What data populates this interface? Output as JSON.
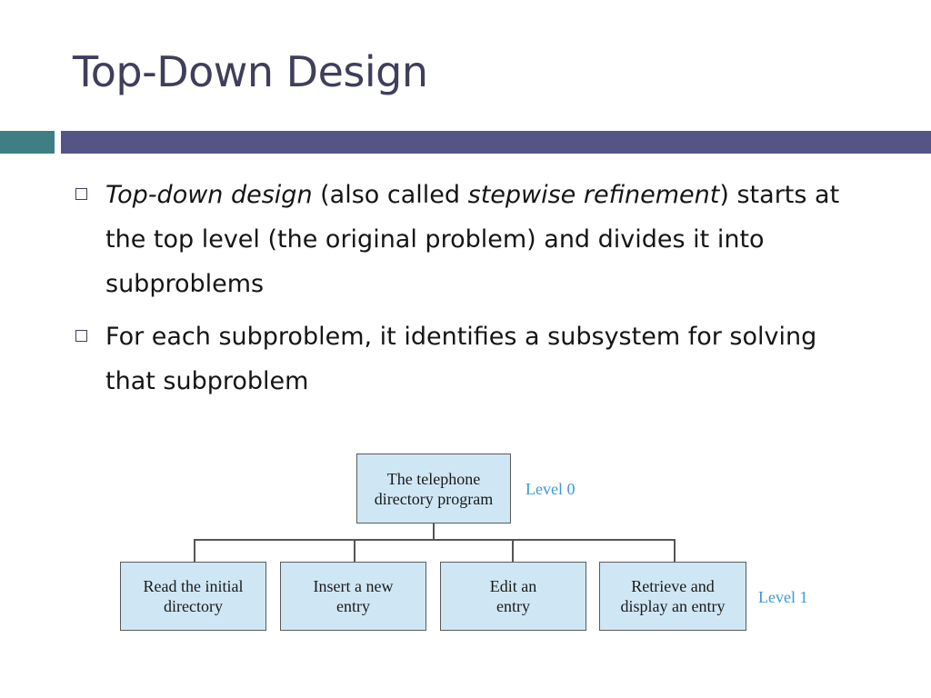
{
  "slide": {
    "title": "Top-Down Design",
    "colors": {
      "title": "#3f3f5c",
      "band_teal": "#3f7f83",
      "band_main": "#555487",
      "node_fill": "#cfe7f5",
      "level_label": "#3a9ad6"
    },
    "bullets": [
      {
        "parts": [
          {
            "text": "Top-down design",
            "style": "italic"
          },
          {
            "text": " (also called ",
            "style": "normal"
          },
          {
            "text": "stepwise refinement",
            "style": "italic"
          },
          {
            "text": ") starts at the top level (the original problem) and divides it into subproblems",
            "style": "normal"
          }
        ]
      },
      {
        "parts": [
          {
            "text": "For each subproblem, it identifies a subsystem for solving that subproblem",
            "style": "normal"
          }
        ]
      }
    ]
  },
  "diagram": {
    "root": {
      "label": "The telephone\ndirectory program"
    },
    "level0_label": "Level 0",
    "level1_label": "Level 1",
    "children": [
      {
        "label": "Read the initial\ndirectory"
      },
      {
        "label": "Insert a new\nentry"
      },
      {
        "label": "Edit an\nentry"
      },
      {
        "label": "Retrieve and\ndisplay an entry"
      }
    ]
  }
}
